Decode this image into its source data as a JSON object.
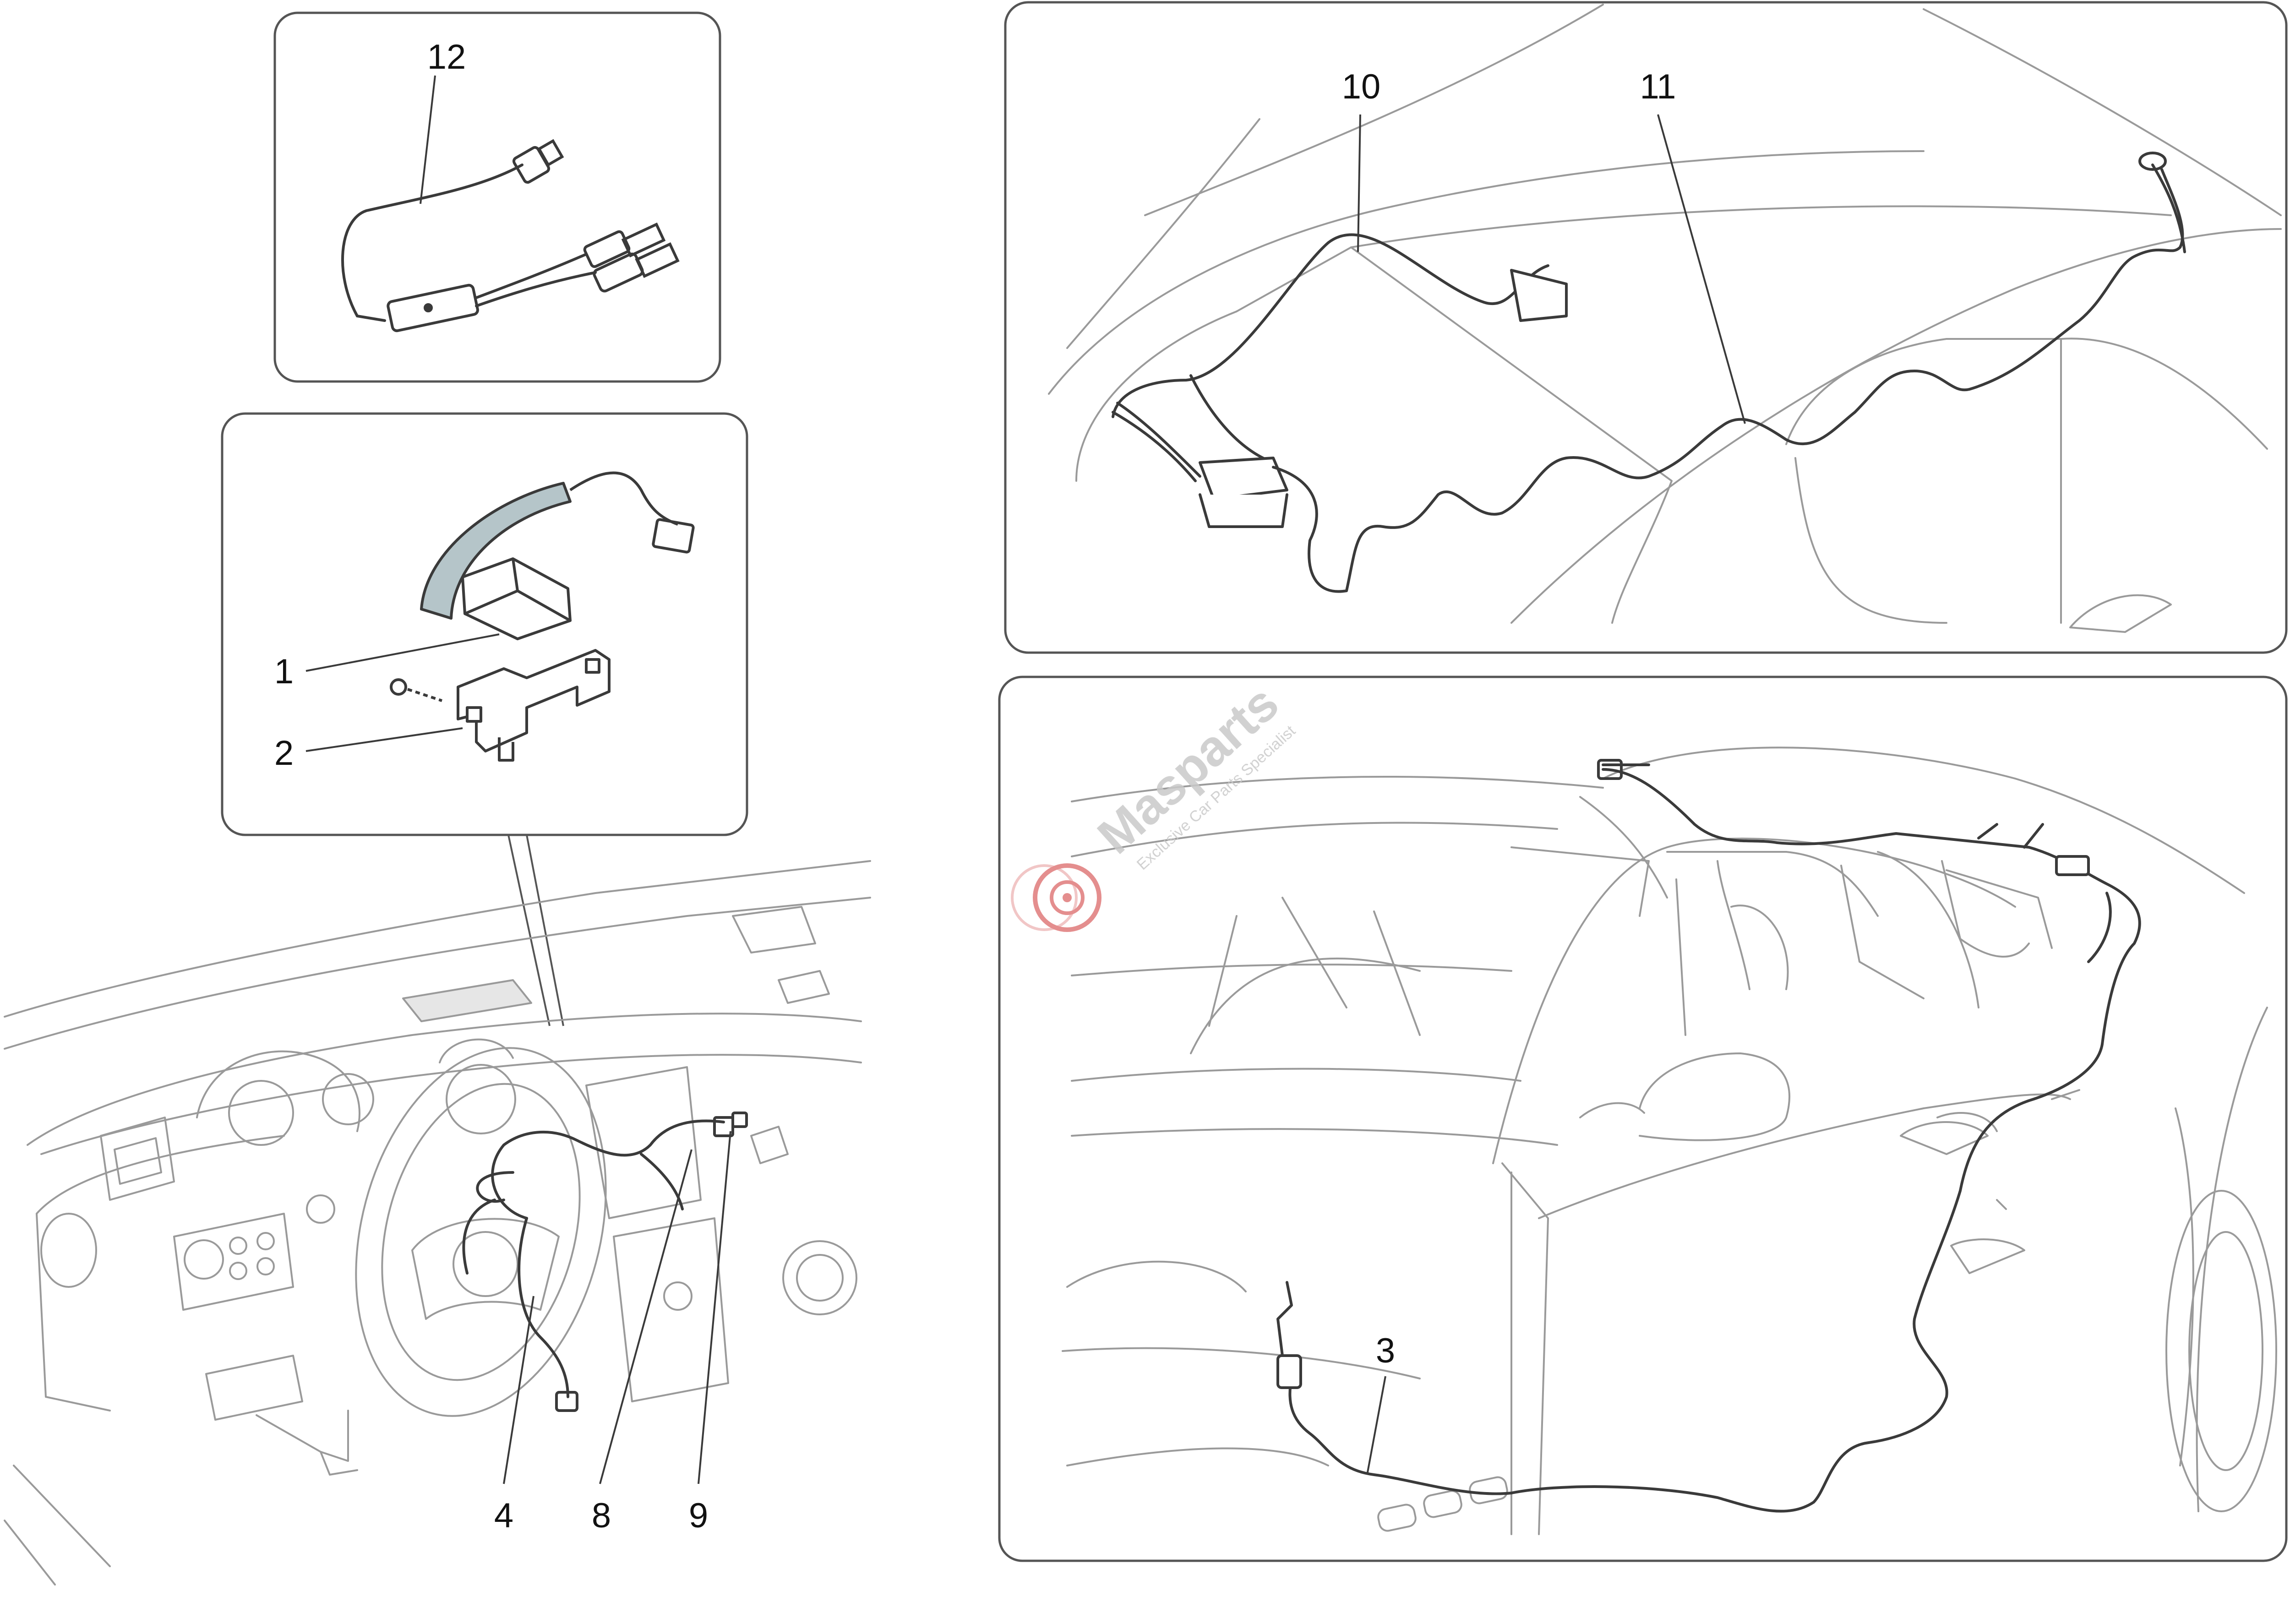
{
  "diagram": {
    "callouts": {
      "c1": "1",
      "c2": "2",
      "c3": "3",
      "c4": "4",
      "c8": "8",
      "c9": "9",
      "c10": "10",
      "c11": "11",
      "c12": "12"
    },
    "watermark": {
      "brand": "Masparts",
      "tagline": "Exclusive Car Parts Specialist"
    },
    "colors": {
      "line": "#3a3a3a",
      "light_line": "#9a9a9a",
      "frame": "#555555",
      "watermark": "#c9c9c9",
      "watermark_accent": "#e07a7a"
    }
  }
}
